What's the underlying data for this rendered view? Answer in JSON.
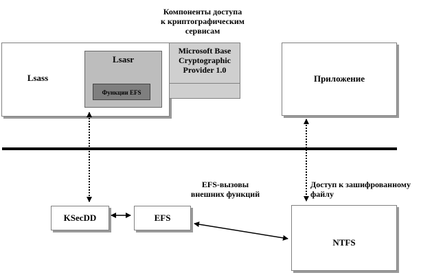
{
  "caption": [
    "Компоненты доступа",
    "к криптографическим",
    "сервисам"
  ],
  "nodes": {
    "lsass": "Lsass",
    "lsasr": "Lsasr",
    "efs_functions": "Функции EFS",
    "crypto_provider": [
      "Microsoft Base",
      "Cryptographic",
      "Provider 1.0"
    ],
    "application": "Приложение",
    "ksecdd": "KSecDD",
    "efs": "EFS",
    "ntfs": "NTFS"
  },
  "edge_labels": {
    "efs_calls": [
      "EFS-вызовы",
      "внешних функций"
    ],
    "encrypted_access": [
      "Доступ к зашифрованному",
      "файлу"
    ]
  },
  "colors": {
    "lsasr_fill": "#bdbdbd",
    "efs_func_fill": "#7f7f7f",
    "provider_fill": "#cfcfcf",
    "border": "#808080",
    "line": "#000000"
  }
}
